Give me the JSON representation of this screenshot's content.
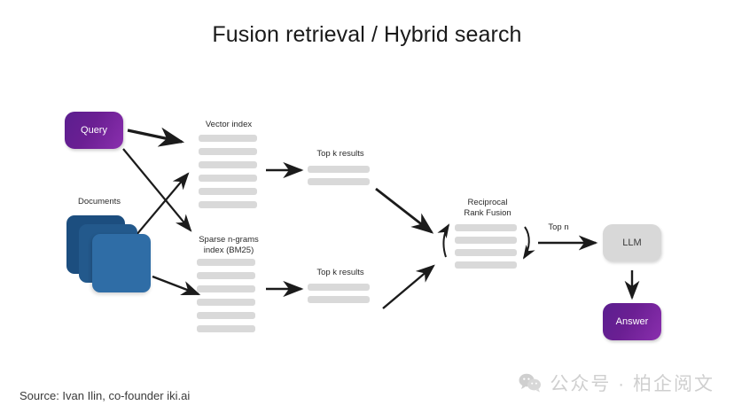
{
  "slide": {
    "title": "Fusion retrieval / Hybrid search",
    "source_note": "Source: Ivan Ilin, co-founder iki.ai",
    "background": "#ffffff"
  },
  "nodes": {
    "query": {
      "label": "Query",
      "color": "#6b1f93"
    },
    "documents": {
      "label": "Documents",
      "color": "#23598c"
    },
    "llm": {
      "label": "LLM",
      "color": "#d8d8d8"
    },
    "answer": {
      "label": "Answer",
      "color": "#6b1f93"
    }
  },
  "stages": {
    "vector_index": {
      "label": "Vector index",
      "bar_count": 6
    },
    "sparse_index": {
      "label": "Sparse n-grams\nindex (BM25)",
      "bar_count": 6
    },
    "top_k_vector": {
      "label": "Top k results",
      "bar_count": 2
    },
    "top_k_sparse": {
      "label": "Top k results",
      "bar_count": 2
    },
    "fusion": {
      "label": "Reciprocal\nRank Fusion",
      "bar_count": 4
    }
  },
  "edges": {
    "top_n_label": "Top n"
  },
  "watermark": {
    "icon": "wechat-icon",
    "text": "公众号 · 柏企阅文",
    "color": "#cfcfcf"
  },
  "colors": {
    "bar": "#d9d9d9",
    "arrow": "#1b1b1b",
    "text": "#2b2b2b"
  }
}
